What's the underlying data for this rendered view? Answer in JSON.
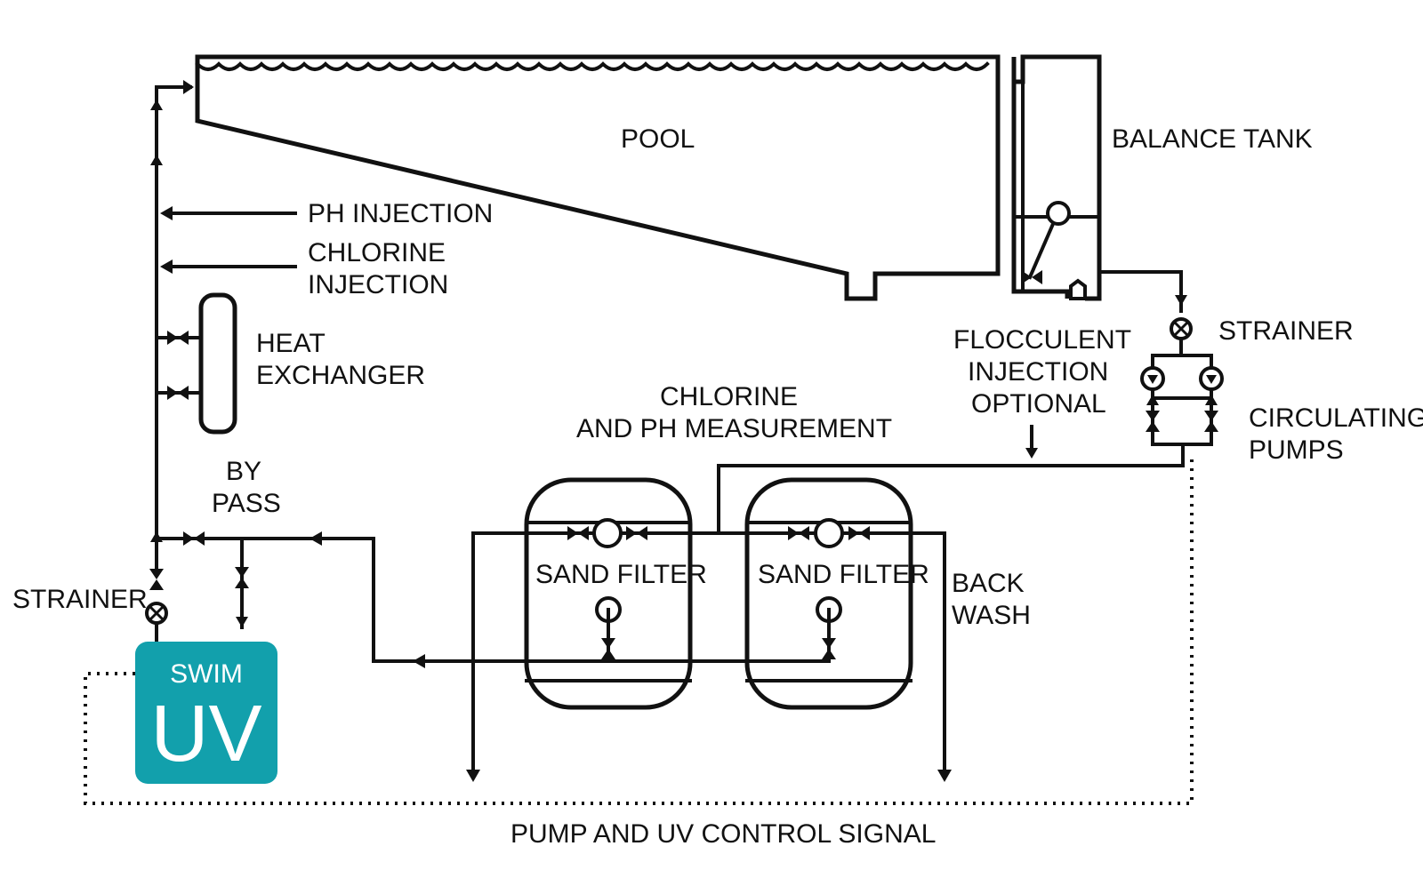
{
  "labels": {
    "pool": "POOL",
    "balance_tank": "BALANCE TANK",
    "ph_injection": "PH INJECTION",
    "chlorine_injection_1": "CHLORINE",
    "chlorine_injection_2": "INJECTION",
    "heat_exchanger_1": "HEAT",
    "heat_exchanger_2": "EXCHANGER",
    "strainer_right": "STRAINER",
    "flocculent_1": "FLOCCULENT",
    "flocculent_2": "INJECTION",
    "flocculent_3": "OPTIONAL",
    "chlorine_measure_1": "CHLORINE",
    "chlorine_measure_2": "AND PH MEASUREMENT",
    "circulating_1": "CIRCULATING",
    "circulating_2": "PUMPS",
    "bypass_1": "BY",
    "bypass_2": "PASS",
    "strainer_left": "STRAINER",
    "sand_filter_1": "SAND FILTER",
    "sand_filter_2": "SAND FILTER",
    "back_wash_1": "BACK",
    "back_wash_2": "WASH",
    "control_signal": "PUMP AND UV CONTROL SIGNAL"
  },
  "uv_unit": {
    "top": "SWIM",
    "main": "UV",
    "color": "#12a0ac"
  }
}
